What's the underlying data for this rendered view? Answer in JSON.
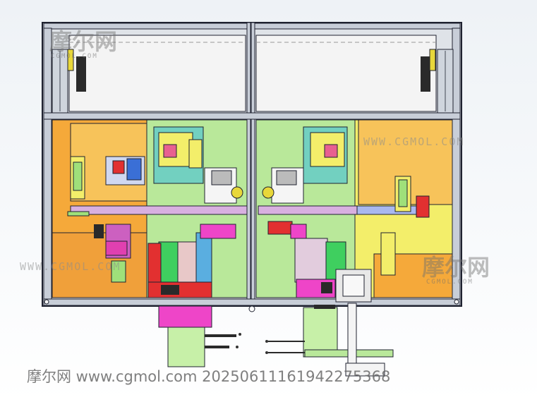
{
  "watermarks": {
    "logo_text": "摩尔网",
    "domain_text": "CGMOL.COM",
    "domain_text_lower": "www.cgmol.com",
    "domain_text_caps": "WWW.CGMOL.COM",
    "footer": "摩尔网 www.cgmol.com 20250611161942275368"
  },
  "colors": {
    "frame": "#1f2230",
    "frame_fill": "#c8ced8",
    "panel_white": "#f4f4f4",
    "orange": "#f5a93a",
    "orange_light": "#f7c35a",
    "yellow": "#f3ee6a",
    "light_green": "#b9e89a",
    "green": "#9fe07a",
    "teal": "#72d0c0",
    "pink": "#ee45c8",
    "magenta": "#d92fa6",
    "red": "#e23030",
    "blue": "#3a6fd6",
    "cyan": "#67c9e6",
    "gray": "#aaaaaa",
    "dark": "#2a2a2a"
  }
}
